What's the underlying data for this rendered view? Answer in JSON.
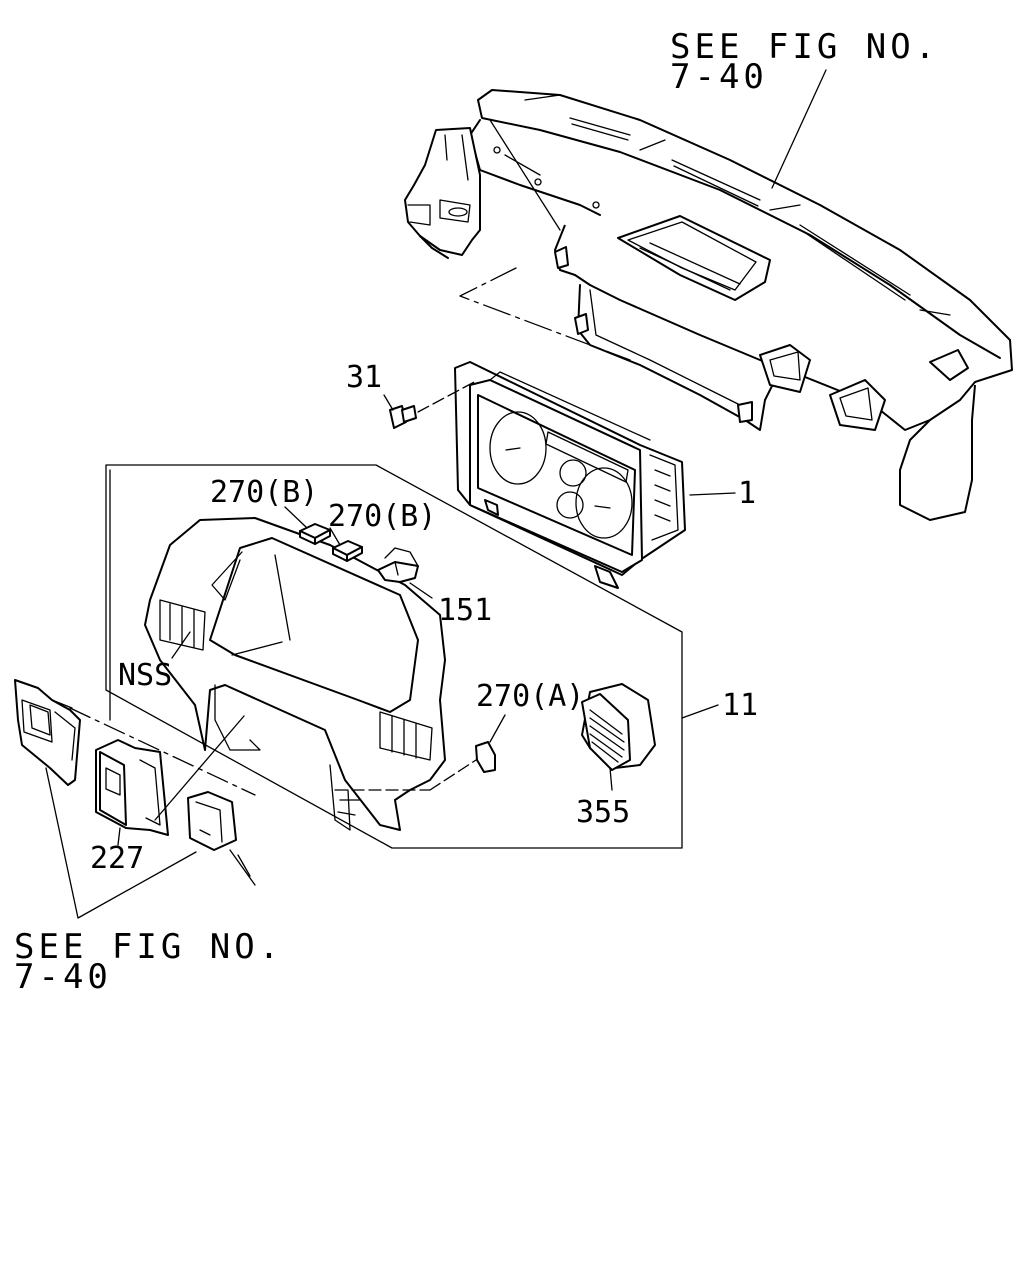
{
  "references": {
    "top": {
      "line1": "SEE FIG NO.",
      "line2": "7-40"
    },
    "bottom": {
      "line1": "SEE FIG NO.",
      "line2": "7-40"
    }
  },
  "callouts": {
    "screw": "31",
    "meter_assembly": "1",
    "pad_b_1": "270(B)",
    "pad_b_2": "270(B)",
    "clip": "151",
    "nss": "NSS",
    "pad_a": "270(A)",
    "cluster_bezel": "11",
    "vent": "355",
    "switch": "227"
  }
}
